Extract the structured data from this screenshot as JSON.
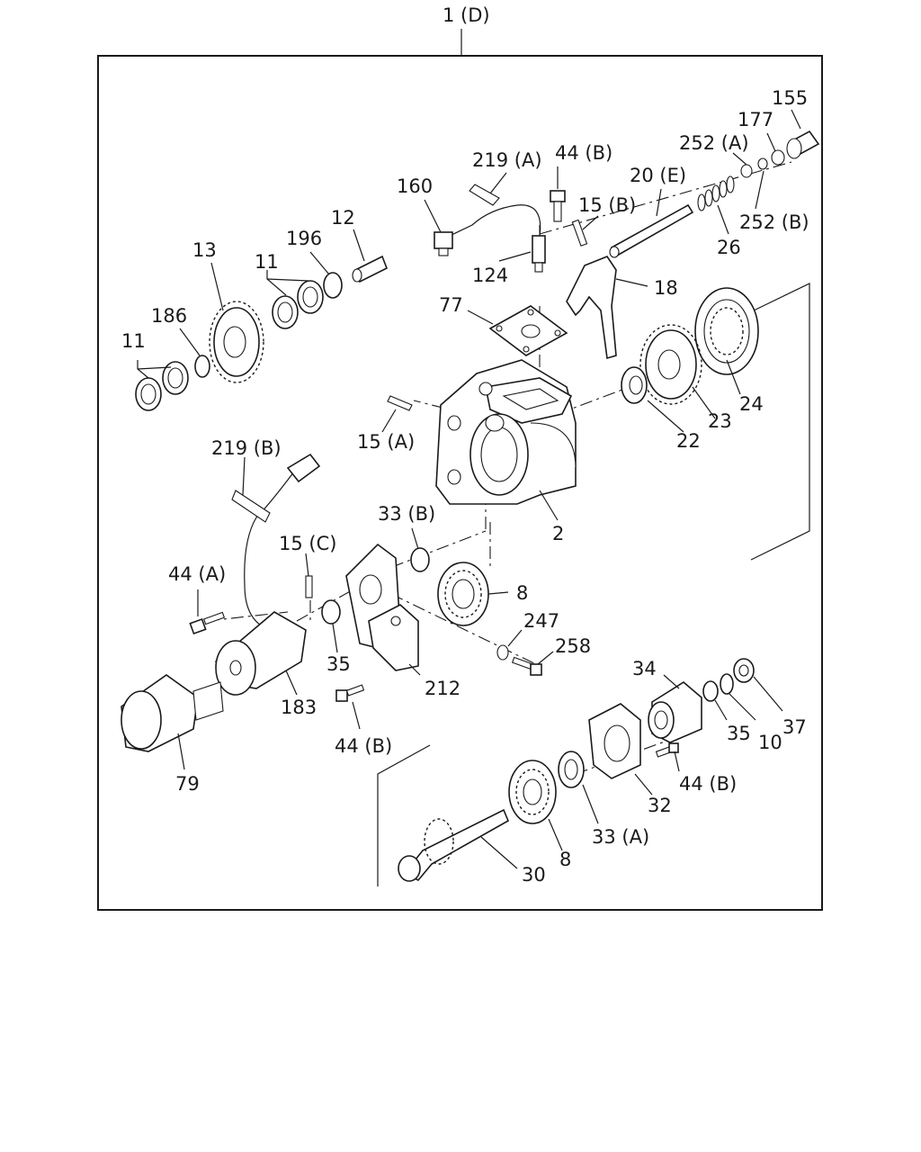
{
  "diagram": {
    "assembly_label": "1 (D)",
    "callouts": [
      {
        "id": "c1",
        "text": "219 (A)"
      },
      {
        "id": "c2",
        "text": "44 (B)"
      },
      {
        "id": "c3",
        "text": "252 (A)"
      },
      {
        "id": "c4",
        "text": "177"
      },
      {
        "id": "c5",
        "text": "155"
      },
      {
        "id": "c6",
        "text": "160"
      },
      {
        "id": "c7",
        "text": "20 (E)"
      },
      {
        "id": "c8",
        "text": "15 (B)"
      },
      {
        "id": "c9",
        "text": "252 (B)"
      },
      {
        "id": "c10",
        "text": "26"
      },
      {
        "id": "c11",
        "text": "12"
      },
      {
        "id": "c12",
        "text": "13"
      },
      {
        "id": "c13",
        "text": "196"
      },
      {
        "id": "c14",
        "text": "11"
      },
      {
        "id": "c15",
        "text": "124"
      },
      {
        "id": "c16",
        "text": "18"
      },
      {
        "id": "c17",
        "text": "186"
      },
      {
        "id": "c18",
        "text": "77"
      },
      {
        "id": "c19",
        "text": "11"
      },
      {
        "id": "c20",
        "text": "24"
      },
      {
        "id": "c21",
        "text": "23"
      },
      {
        "id": "c22",
        "text": "22"
      },
      {
        "id": "c23",
        "text": "15 (A)"
      },
      {
        "id": "c24",
        "text": "219 (B)"
      },
      {
        "id": "c25",
        "text": "33 (B)"
      },
      {
        "id": "c26",
        "text": "2"
      },
      {
        "id": "c27",
        "text": "15 (C)"
      },
      {
        "id": "c28",
        "text": "44 (A)"
      },
      {
        "id": "c29",
        "text": "8"
      },
      {
        "id": "c30",
        "text": "247"
      },
      {
        "id": "c31",
        "text": "258"
      },
      {
        "id": "c32",
        "text": "35"
      },
      {
        "id": "c33",
        "text": "212"
      },
      {
        "id": "c34",
        "text": "183"
      },
      {
        "id": "c35",
        "text": "34"
      },
      {
        "id": "c36",
        "text": "37"
      },
      {
        "id": "c37",
        "text": "44 (B)"
      },
      {
        "id": "c38",
        "text": "35"
      },
      {
        "id": "c39",
        "text": "10"
      },
      {
        "id": "c40",
        "text": "79"
      },
      {
        "id": "c41",
        "text": "44 (B)"
      },
      {
        "id": "c42",
        "text": "32"
      },
      {
        "id": "c43",
        "text": "33 (A)"
      },
      {
        "id": "c44",
        "text": "8"
      },
      {
        "id": "c45",
        "text": "30"
      }
    ]
  }
}
